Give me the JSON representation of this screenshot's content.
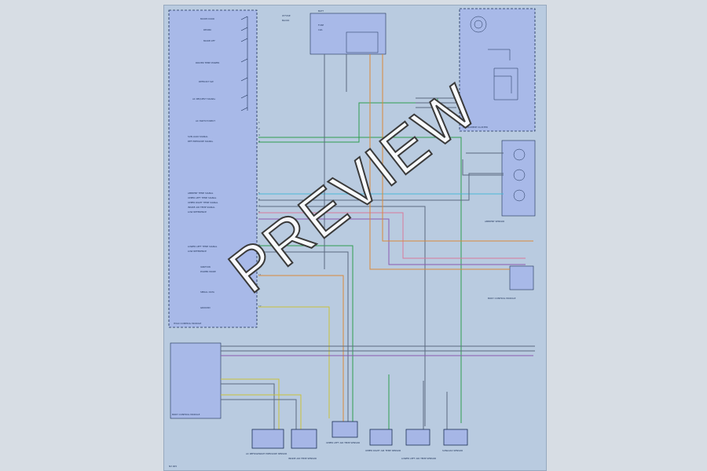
{
  "watermark": "PREVIEW",
  "colors": {
    "page": "#b9cbe0",
    "box_fill": "#a8b9e8",
    "ink": "#1b2f55",
    "wire_green": "#2e9e4f",
    "wire_cyan": "#4bb8d8",
    "wire_orange": "#d98a3a",
    "wire_pink": "#d9789a",
    "wire_yellow": "#c9c23a",
    "wire_purple": "#8a5ab0",
    "wire_grey": "#5a6a80"
  },
  "components": {
    "control_module": {
      "label": "HVAC CONTROL MODULE"
    },
    "fuse_block": {
      "label": "IP FUSE BLOCK"
    },
    "instrument_cluster": {
      "label": "INSTRUMENT CLUSTER"
    },
    "aux_sensor": {
      "label": "AMBIENT SENSOR"
    },
    "body_module": {
      "label": "BODY CONTROL MODULE"
    },
    "lower_module": {
      "label": "BODY CONTROL MODULE"
    },
    "sensors": [
      {
        "label": "AC REFRIGERANT PRESSURE SENSOR"
      },
      {
        "label": "INSIDE AIR TEMP SENSOR"
      },
      {
        "label": "UPPER LEFT AIR TEMP SENSOR"
      },
      {
        "label": "UPPER RIGHT AIR TEMP SENSOR"
      },
      {
        "label": "LOWER LEFT AIR TEMP SENSOR"
      },
      {
        "label": "SUNLOAD SENSOR"
      }
    ]
  },
  "footer": {
    "code": "N3 005"
  }
}
